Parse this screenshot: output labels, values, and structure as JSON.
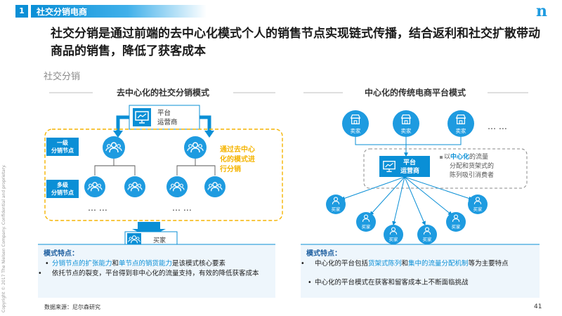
{
  "header": {
    "section_number": "1",
    "section_title": "社交分销电商",
    "logo_glyph": "n"
  },
  "headline": "社交分销是通过前端的去中心化模式个人的销售节点实现链式传播，结合返利和社交扩散带动商品的销售，降低了获客成本",
  "subhead": "社交分销",
  "left_panel": {
    "title": "去中心化的社交分销模式",
    "platform_label_1": "平台",
    "platform_label_2": "运营商",
    "level1_label_1": "一级",
    "level1_label_2": "分销节点",
    "level2_label_1": "多级",
    "level2_label_2": "分销节点",
    "annotation_lines": [
      "通过去中心",
      "化的模式进",
      "行分销"
    ],
    "ellipsis": "… …",
    "buyer_label": "买家",
    "features_title": "模式特点：",
    "feature1_part_a": "分销节点的扩张能力",
    "feature1_part_b": "和",
    "feature1_part_c": "单节点的销货能力",
    "feature1_part_d": "是该模式核心要素",
    "feature2": "依托节点的裂变，平台得到非中心化的流量支持，有效的降低获客成本"
  },
  "right_panel": {
    "title": "中心化的传统电商平台模式",
    "seller_label": "卖家",
    "ellipsis": "… …",
    "platform_label_1": "平台",
    "platform_label_2": "运营商",
    "annotation_part_a": "以",
    "annotation_part_b": "中心化",
    "annotation_part_c": "的流量",
    "annotation_line2": "分配和货架式的",
    "annotation_line3": "陈列吸引消费者",
    "buyer_label": "买家",
    "features_title": "模式特点：",
    "feature1_part_a": "中心化的平台包括",
    "feature1_part_b": "货架式陈列",
    "feature1_part_c": "和",
    "feature1_part_d": "集中的流量分配机制",
    "feature1_part_e": "等为主要特点",
    "feature2": "中心化的平台模式在获客和留客成本上不断面临挑战"
  },
  "colors": {
    "primary_blue": "#0a8fd6",
    "light_blue": "#1e9be0",
    "orange_accent": "#f5b400",
    "panel_bg": "#eef6fc",
    "gray_text": "#8a8a8a"
  },
  "footer": {
    "source": "数据来源：尼尔森研究",
    "page_number": "41",
    "copyright": "Copyright © 2017 The Nielsen Company. Confidential and proprietary."
  }
}
